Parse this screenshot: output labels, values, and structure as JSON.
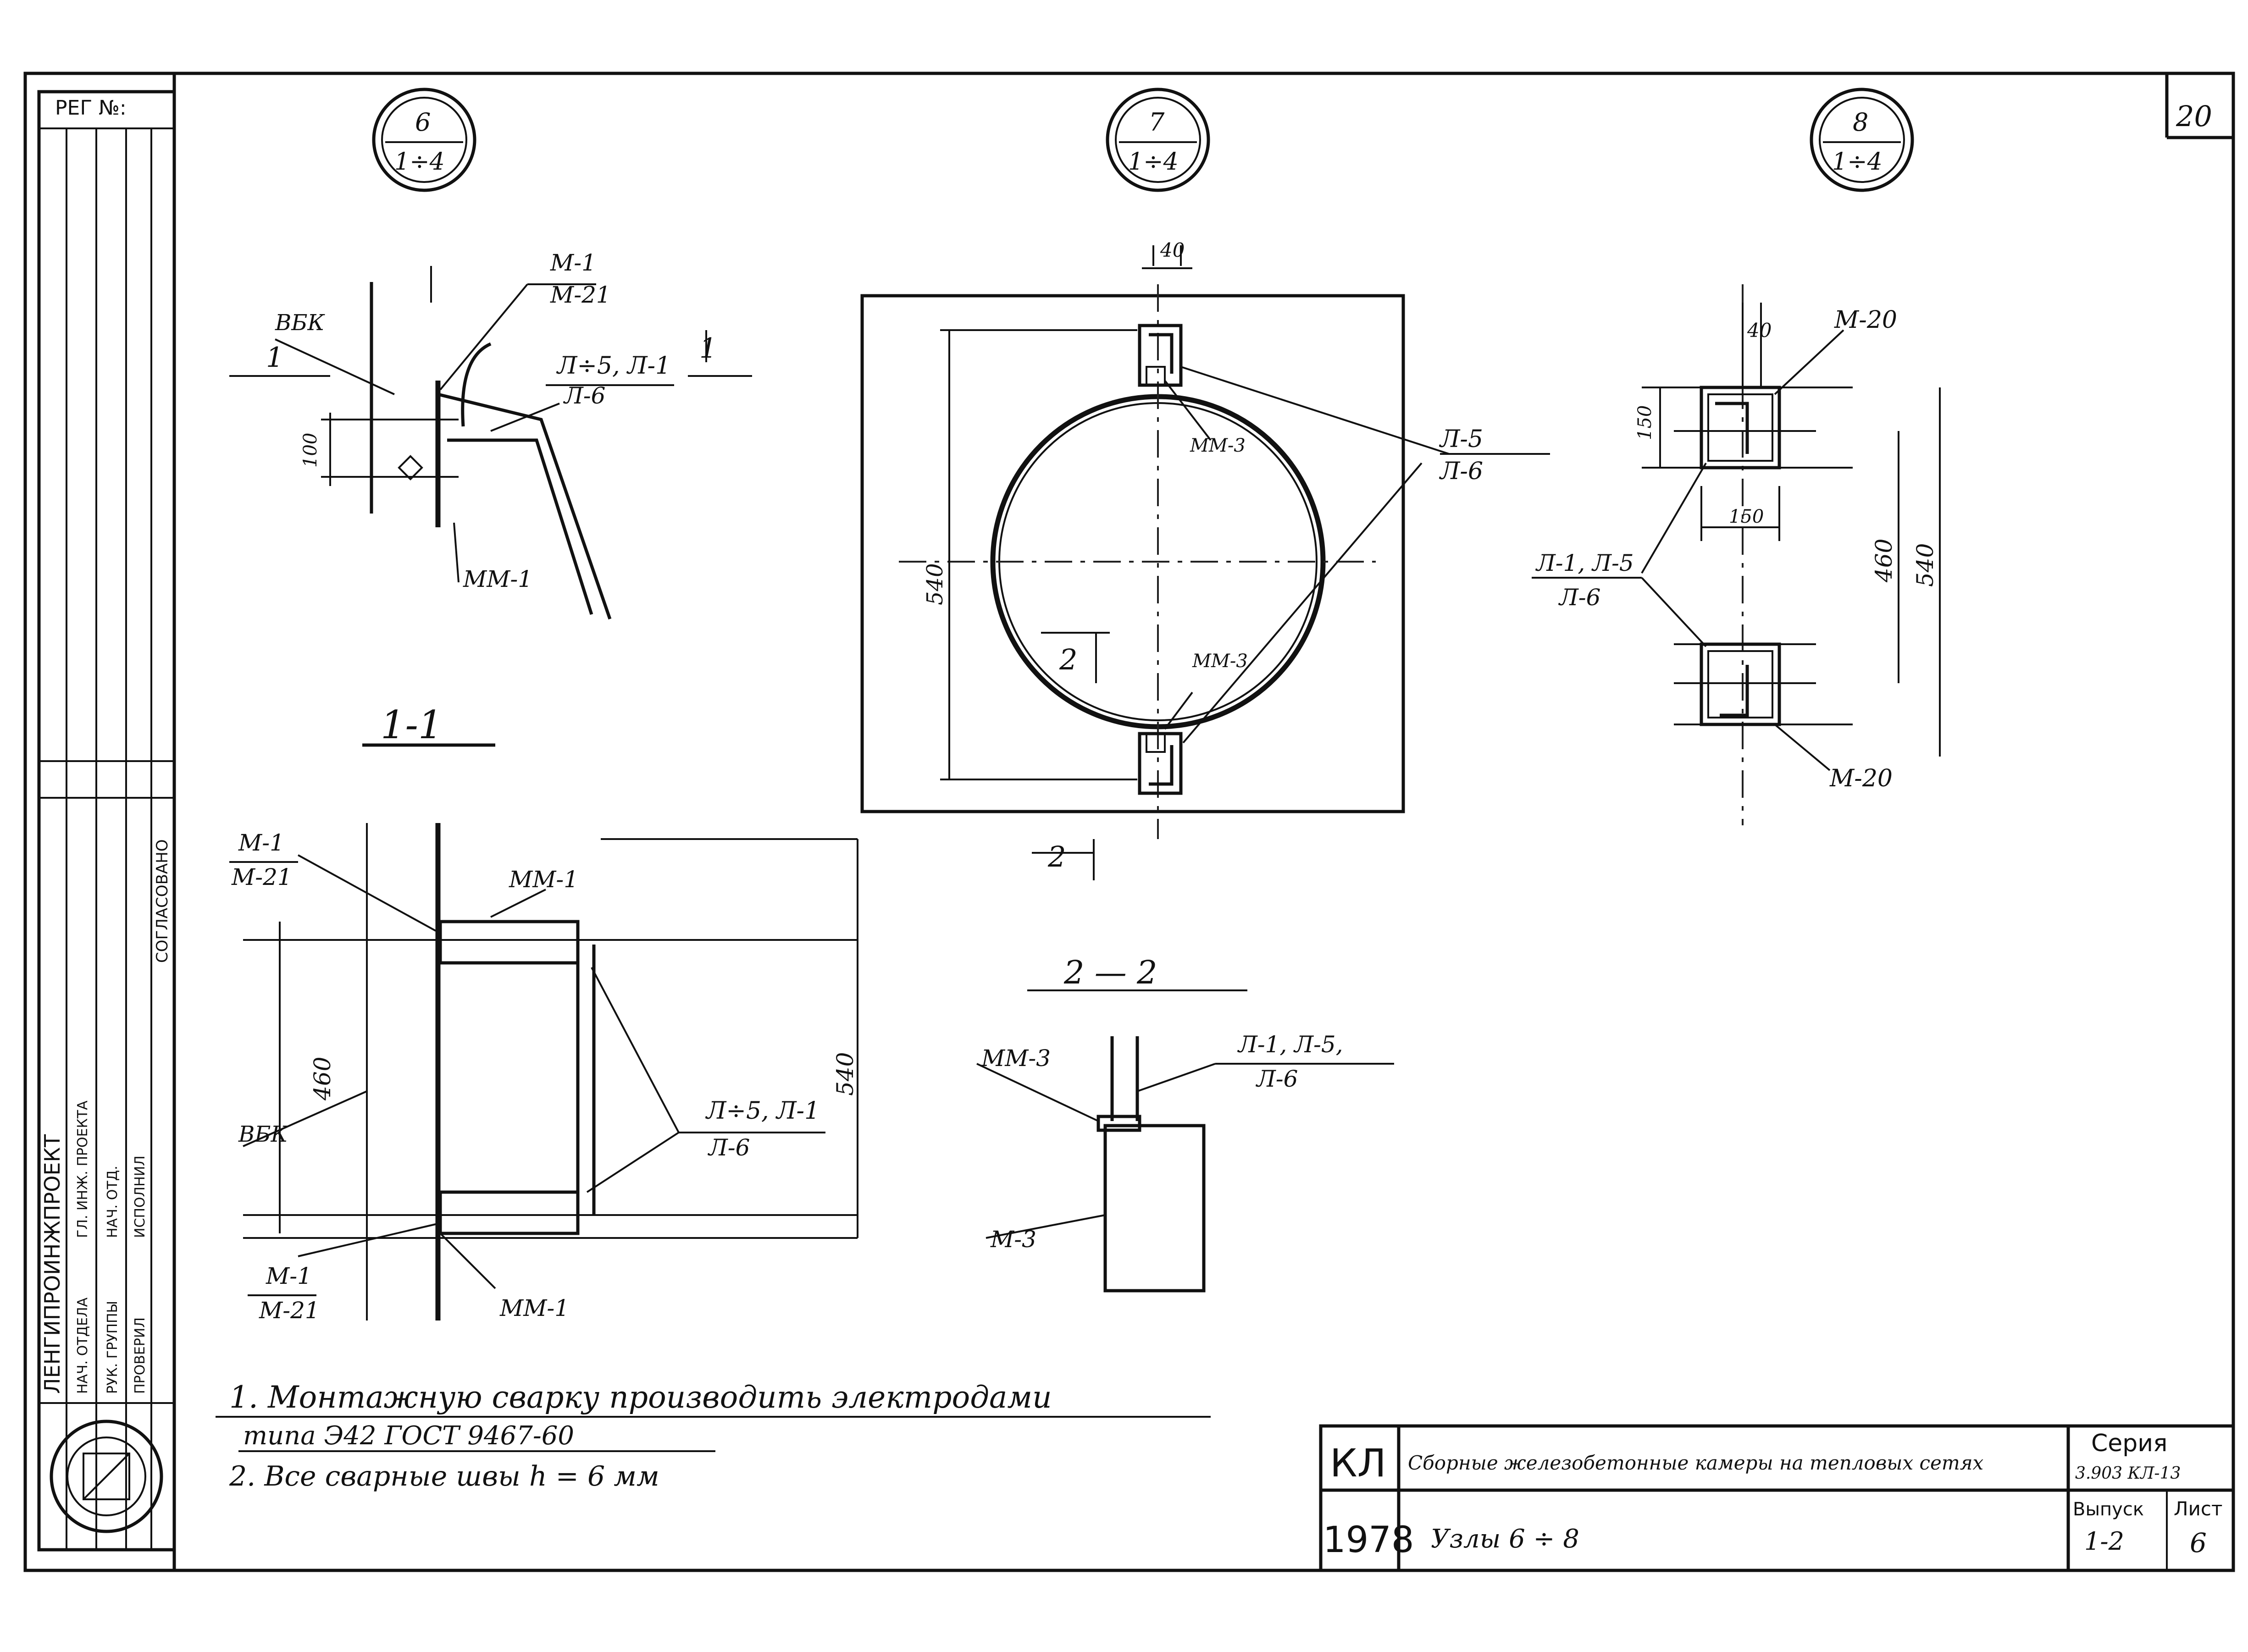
{
  "sheet": {
    "reg_label": "РЕГ №:",
    "sheet_number": "20",
    "stamp_lines": [
      "ЛЕНГИПРОИНЖПРОЕКТ",
      "НАЧ. ОТДЕЛА",
      "ГЛ. ИНЖ. ПРОЕКТА",
      "РУК. ГРУППЫ",
      "НАЧ. ОТД.",
      "ПРОВЕРИЛ",
      "ИСПОЛНИЛ",
      "СОГЛАСОВАНО"
    ]
  },
  "diagram": {
    "nodes": [
      {
        "id": "6",
        "num": "6",
        "range": "1÷4"
      },
      {
        "id": "7",
        "num": "7",
        "range": "1÷4"
      },
      {
        "id": "8",
        "num": "8",
        "range": "1÷4"
      }
    ],
    "node6_labels": {
      "vbk": "ВБК",
      "m1": "М-1",
      "m21": "М-21",
      "l5": "Л÷5, Л-1",
      "l6": "Л-6",
      "mm1": "ММ-1",
      "cut_left": "1",
      "cut_right": "1",
      "dim100": "100"
    },
    "node7_labels": {
      "dim40": "40",
      "dim540": "540",
      "mm3_top": "ММ-3",
      "mm3_bottom": "ММ-3",
      "l5": "Л-5",
      "l6": "Л-6",
      "cut2": "2",
      "cut2b": "2"
    },
    "node8_labels": {
      "dim40": "40",
      "dim150": "150",
      "dim150b": "150",
      "dim460": "460",
      "dim540": "540",
      "m20_top": "М-20",
      "m20_bottom": "М-20",
      "l1": "Л-1, Л-5",
      "l6": "Л-6"
    },
    "section11": {
      "title": "1-1",
      "m1_top": "М-1",
      "m21_top": "М-21",
      "mm1_top": "ММ-1",
      "vbk": "ВБК",
      "dim460": "460",
      "dim540": "540",
      "l5": "Л÷5, Л-1",
      "l6": "Л-6",
      "m1_bot": "М-1",
      "m21_bot": "М-21",
      "mm1_bot": "ММ-1"
    },
    "section22": {
      "title": "2 — 2",
      "mm3": "ММ-3",
      "m3": "М-3",
      "l1": "Л-1, Л-5,",
      "l6": "Л-6"
    },
    "notes": [
      "1. Монтажную сварку производить электродами",
      "типа Э42   ГОСТ 9467-60",
      "2. Все сварные швы h = 6 мм"
    ]
  },
  "title_block": {
    "code": "КЛ",
    "year": "1978",
    "title": "Сборные железобетонные камеры на тепловых сетях",
    "subtitle": "Узлы 6 ÷ 8",
    "series_label": "Серия",
    "series_value": "3.903 КЛ-13",
    "issue_label": "Выпуск",
    "issue_value": "1-2",
    "sheet_label": "Лист",
    "sheet_value": "6"
  }
}
